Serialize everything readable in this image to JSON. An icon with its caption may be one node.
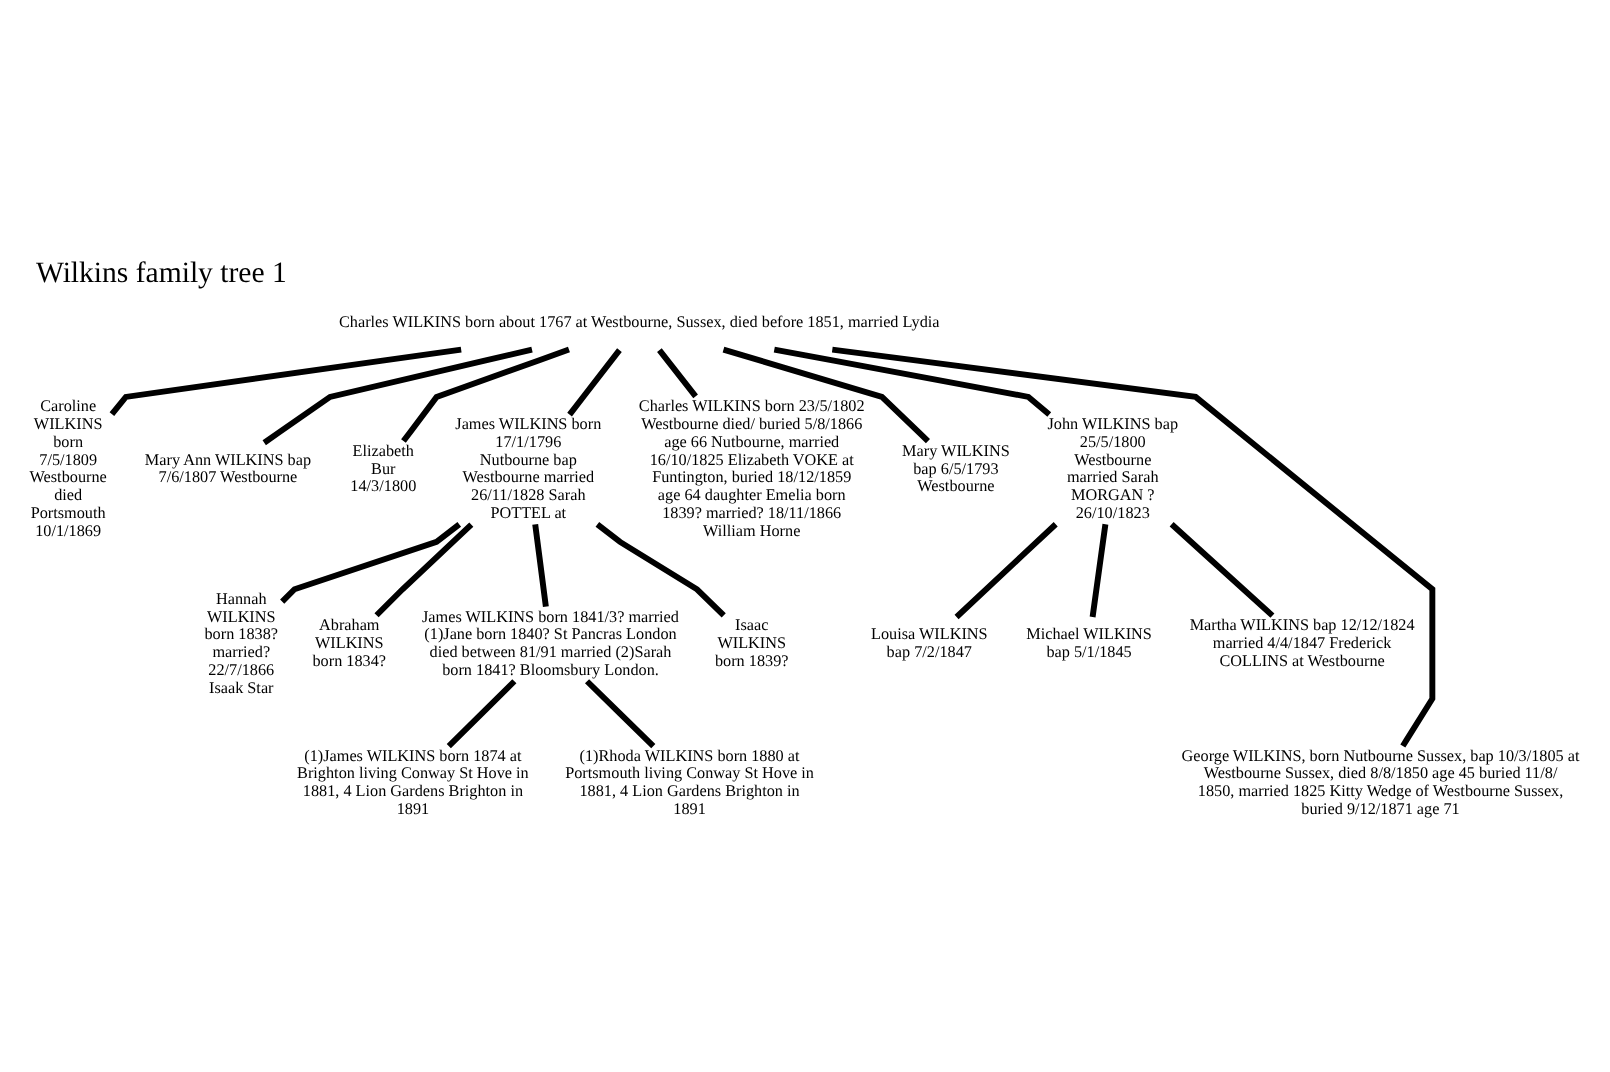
{
  "diagram": {
    "title": "Wilkins family tree 1",
    "nodes": [
      {
        "text": [
          "Charles WILKINS born about 1767 at Westbourne, Sussex, died before 1851, married Lydia"
        ]
      },
      {
        "text": [
          "Caroline WILKINS born 7/5/1809 Westbourne died Portsmouth 10/1/1869"
        ]
      },
      {
        "text": [
          "Mary Ann WILKINS bap 7/6/1807 Westbourne"
        ]
      },
      {
        "text": [
          "Elizabeth Bur 14/3/1800"
        ]
      },
      {
        "text": [
          "James WILKINS born 17/1/1796 Nutbourne bap Westbourne married 26/11/1828 Sarah POTTEL at"
        ]
      },
      {
        "text": [
          "Charles WILKINS born 23/5/1802 Westbourne died/ buried 5/8/1866 age 66 Nutbourne, married 16/10/1825 Elizabeth VOKE at Funtington, buried 18/12/1859 age 64 daughter Emelia born 1839? married? 18/11/1866 William Horne"
        ]
      },
      {
        "text": [
          "Mary WILKINS bap 6/5/1793 Westbourne"
        ]
      },
      {
        "text": [
          "John WILKINS bap 25/5/1800 Westbourne married Sarah MORGAN ? 26/10/1823"
        ]
      },
      {
        "text": [
          "George WILKINS, born Nutbourne Sussex, bap 10/3/1805 at Westbourne Sussex, died 8/8/1850 age 45 buried 11/8/ 1850, married 1825 Kitty Wedge of Westbourne Sussex, buried 9/12/1871 age 71"
        ]
      },
      {
        "text": [
          "Hannah WILKINS born 1838? married? 22/7/1866 Isaak Star"
        ]
      },
      {
        "text": [
          "Abraham WILKINS born 1834?"
        ]
      },
      {
        "text": [
          "James WILKINS born 1841/3? married (1)Jane born 1840? St Pancras London died between 81/91 married (2)Sarah born 1841? Bloomsbury London."
        ]
      },
      {
        "text": [
          "Isaac WILKINS born 1839?"
        ]
      },
      {
        "text": [
          "(1)James WILKINS born 1874 at Brighton living Conway St Hove in 1881, 4 Lion Gardens Brighton in 1891"
        ]
      },
      {
        "text": [
          "(1)Rhoda WILKINS born 1880 at Portsmouth living Conway St Hove in 1881, 4 Lion Gardens Brighton in 1891"
        ]
      },
      {
        "text": [
          "Louisa WILKINS bap 7/2/1847"
        ]
      },
      {
        "text": [
          "Michael WILKINS bap 5/1/1845"
        ]
      },
      {
        "text": [
          "Martha WILKINS bap 12/12/1824 married 4/4/1847 Frederick COLLINS at Westbourne"
        ]
      }
    ],
    "edges": [
      {
        "from": 0,
        "to": 1,
        "arrow": "none"
      },
      {
        "from": 0,
        "to": 2,
        "arrow": "none"
      },
      {
        "from": 0,
        "to": 3,
        "arrow": "none"
      },
      {
        "from": 0,
        "to": 4,
        "arrow": "none"
      },
      {
        "from": 0,
        "to": 5,
        "arrow": "none"
      },
      {
        "from": 0,
        "to": 6,
        "arrow": "none"
      },
      {
        "from": 0,
        "to": 7,
        "arrow": "none"
      },
      {
        "from": 0,
        "to": 8,
        "arrow": "none"
      },
      {
        "from": 4,
        "to": 9,
        "arrow": "none"
      },
      {
        "from": 4,
        "to": 10,
        "arrow": "none"
      },
      {
        "from": 4,
        "to": 11,
        "arrow": "none"
      },
      {
        "from": 4,
        "to": 12,
        "arrow": "none"
      },
      {
        "from": 11,
        "to": 13,
        "arrow": "none"
      },
      {
        "from": 11,
        "to": 14,
        "arrow": "none"
      },
      {
        "from": 7,
        "to": 15,
        "arrow": "none"
      },
      {
        "from": 7,
        "to": 16,
        "arrow": "none"
      },
      {
        "from": 7,
        "to": 17,
        "arrow": "none"
      }
    ]
  }
}
